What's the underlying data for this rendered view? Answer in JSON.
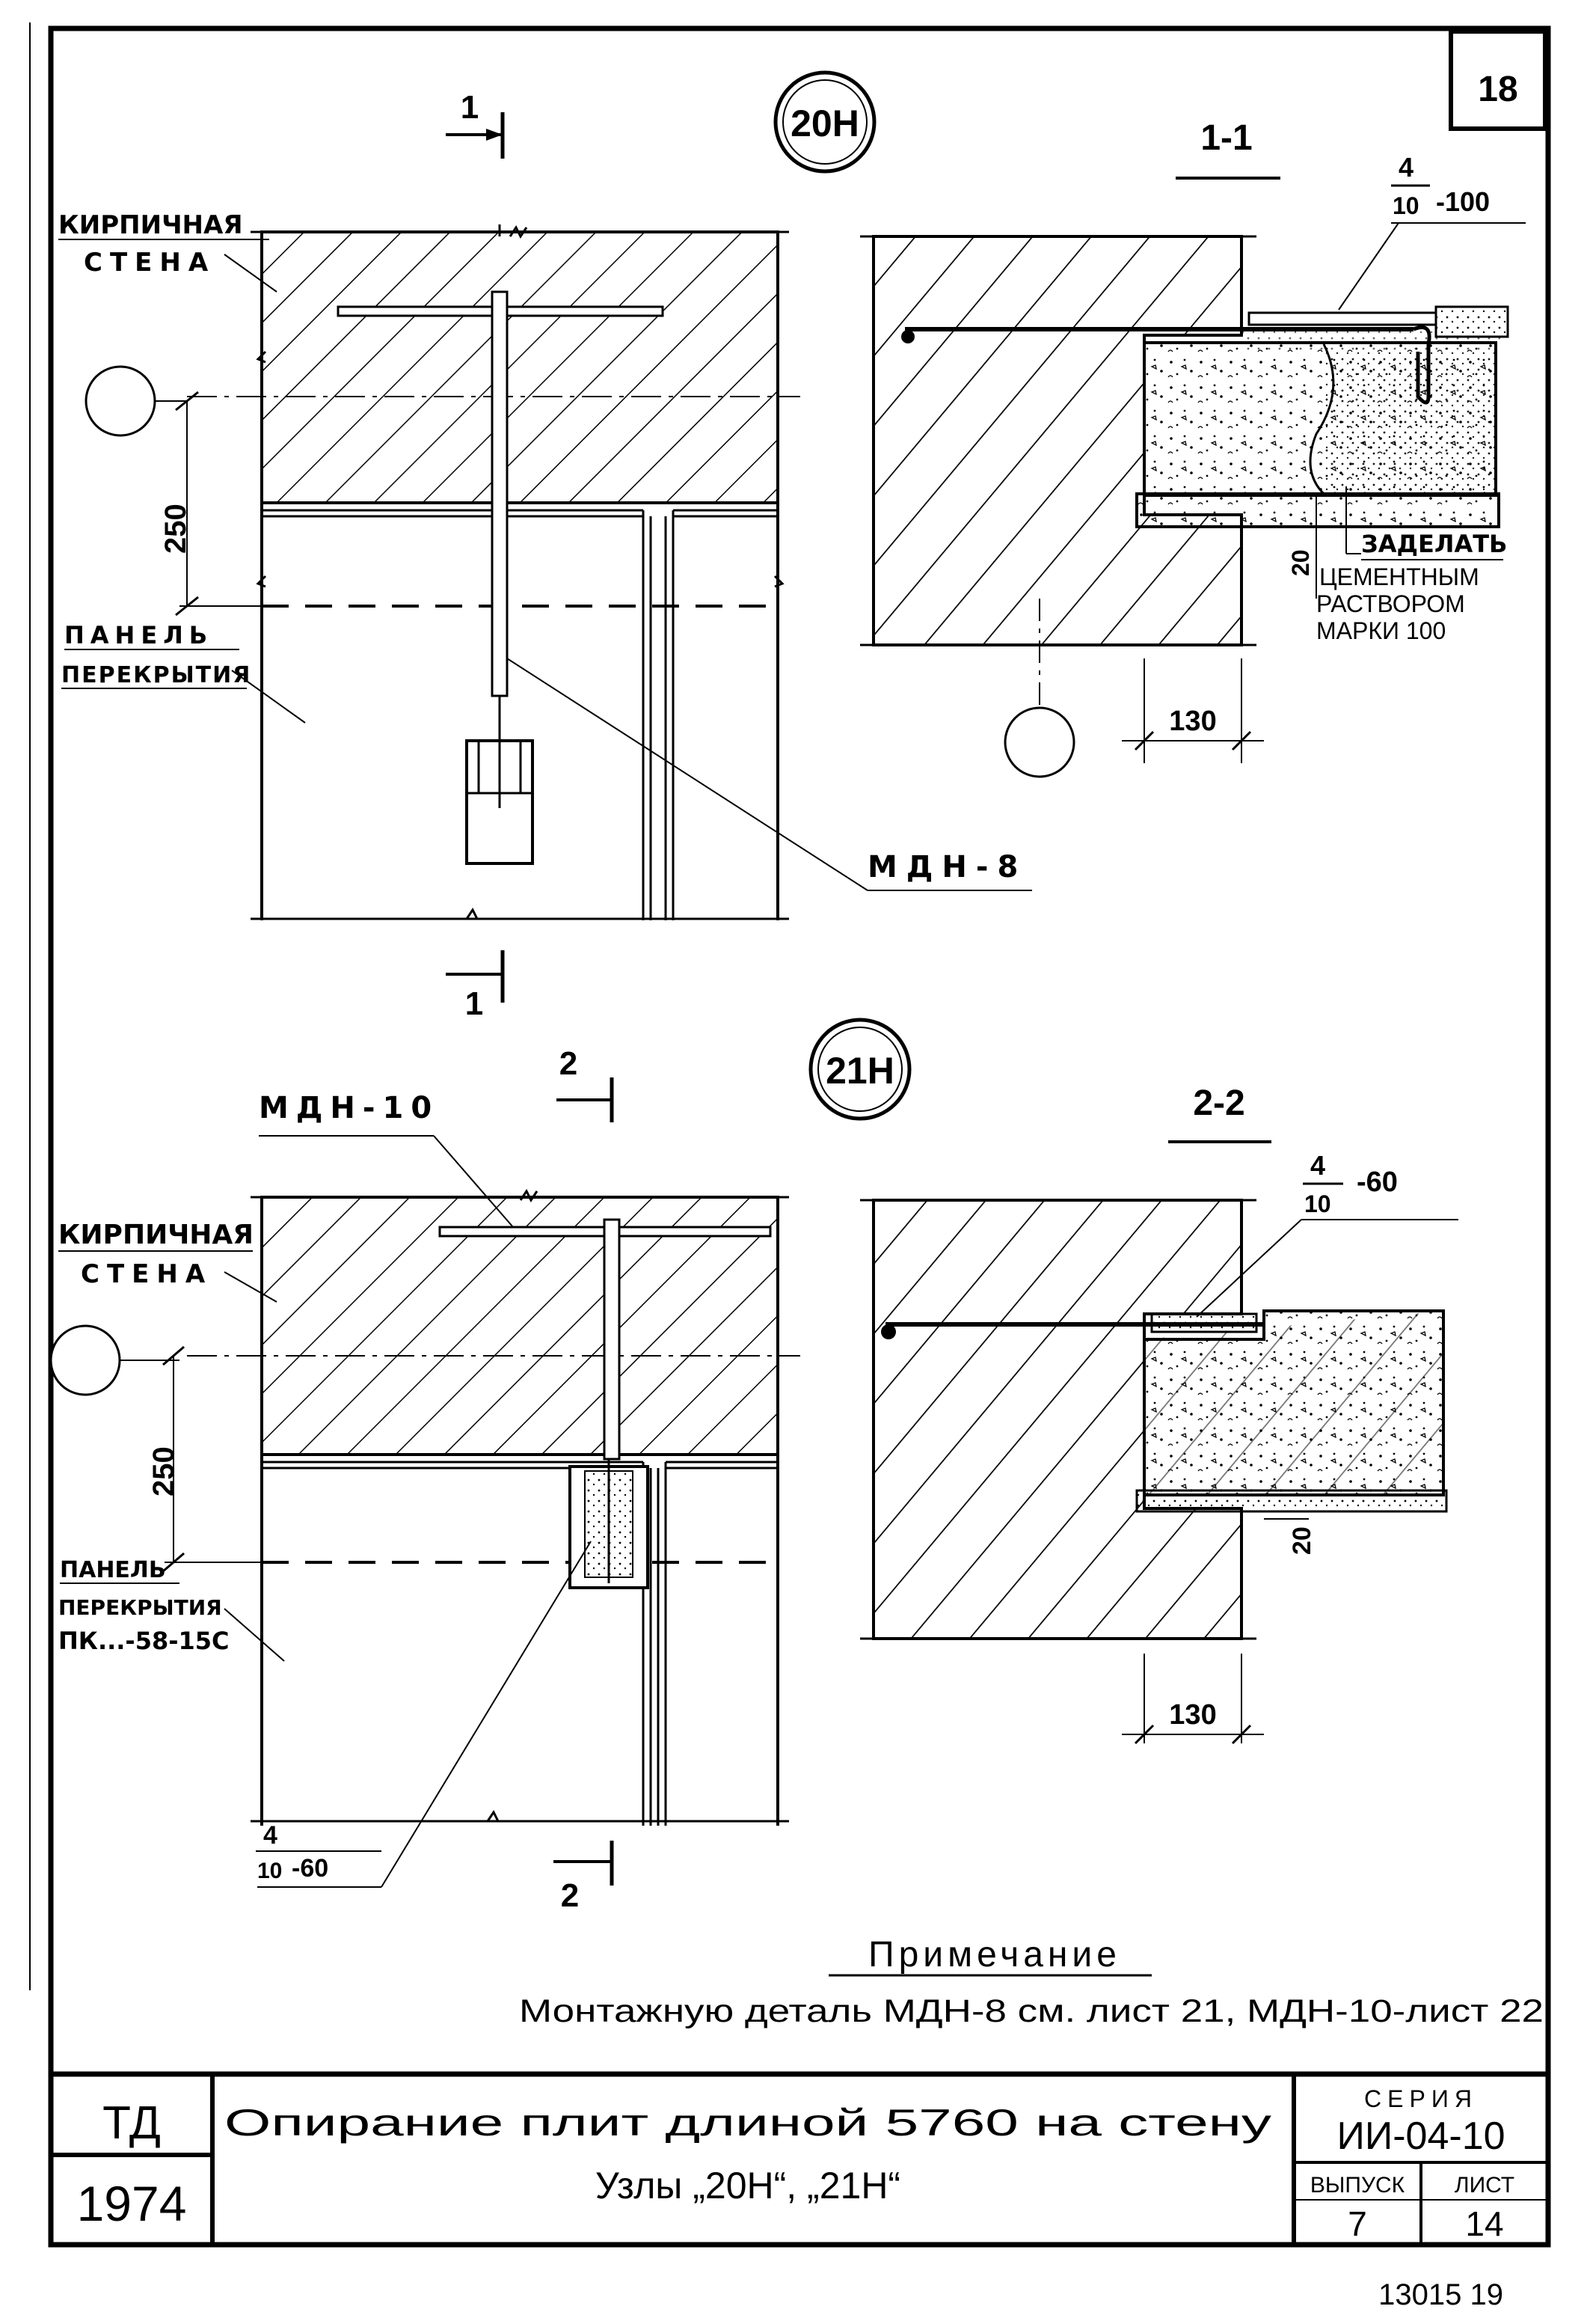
{
  "sheet": {
    "number": "18",
    "footnote": "13015 19"
  },
  "labels": {
    "node_a_tag": "20Н",
    "node_b_tag": "21Н",
    "section1_mark": "1",
    "section1_mark_bottom": "1",
    "section2_mark": "2",
    "section2_mark_bottom": "2",
    "section1_title": "1-1",
    "section2_title": "2-2",
    "brick_wall_a_line1": "КИРПИЧНАЯ",
    "brick_wall_a_line2": "СТЕНА",
    "brick_wall_b_line1": "КИРПИЧНАЯ",
    "brick_wall_b_line2": "СТЕНА",
    "panel_a_line1": "ПАНЕЛЬ",
    "panel_a_line2": "ПЕРЕКРЫТИЯ",
    "panel_b_line1": "ПАНЕЛЬ",
    "panel_b_line2": "ПЕРЕКРЫТИЯ",
    "panel_b_line3": "ПК...-58-15С",
    "detail_a": "МДН-8",
    "detail_b": "МДН-10",
    "dim_250_a": "250",
    "dim_250_b": "250",
    "dim_130_a": "130",
    "dim_130_b": "130",
    "dim_20_a": "20",
    "dim_20_b": "20",
    "weld1_num": "4",
    "weld1_den": "10",
    "weld1_len": "-100",
    "weld2_num": "4",
    "weld2_den": "10",
    "weld2_len": "-60",
    "weld3_num": "4",
    "weld3_den": "10",
    "weld3_len": "-60",
    "fill_note_1": "ЗАДЕЛАТЬ",
    "fill_note_2": "ЦЕМЕНТНЫМ",
    "fill_note_3": "РАСТВОРОМ",
    "fill_note_4": "МАРКИ 100"
  },
  "note": {
    "heading": "Примечание",
    "text": "Монтажную деталь МДН-8 см. лист 21, МДН-10-лист 22"
  },
  "title_block": {
    "org": "ТД",
    "year": "1974",
    "title_line1": "Опирание плит длиной 5760 на стену",
    "title_line2": "Узлы „20Н“, „21Н“",
    "series_label": "СЕРИЯ",
    "series_value": "ИИ-04-10",
    "issue_label": "ВЫПУСК",
    "issue_value": "7",
    "sheet_label": "ЛИСТ",
    "sheet_value": "14"
  }
}
